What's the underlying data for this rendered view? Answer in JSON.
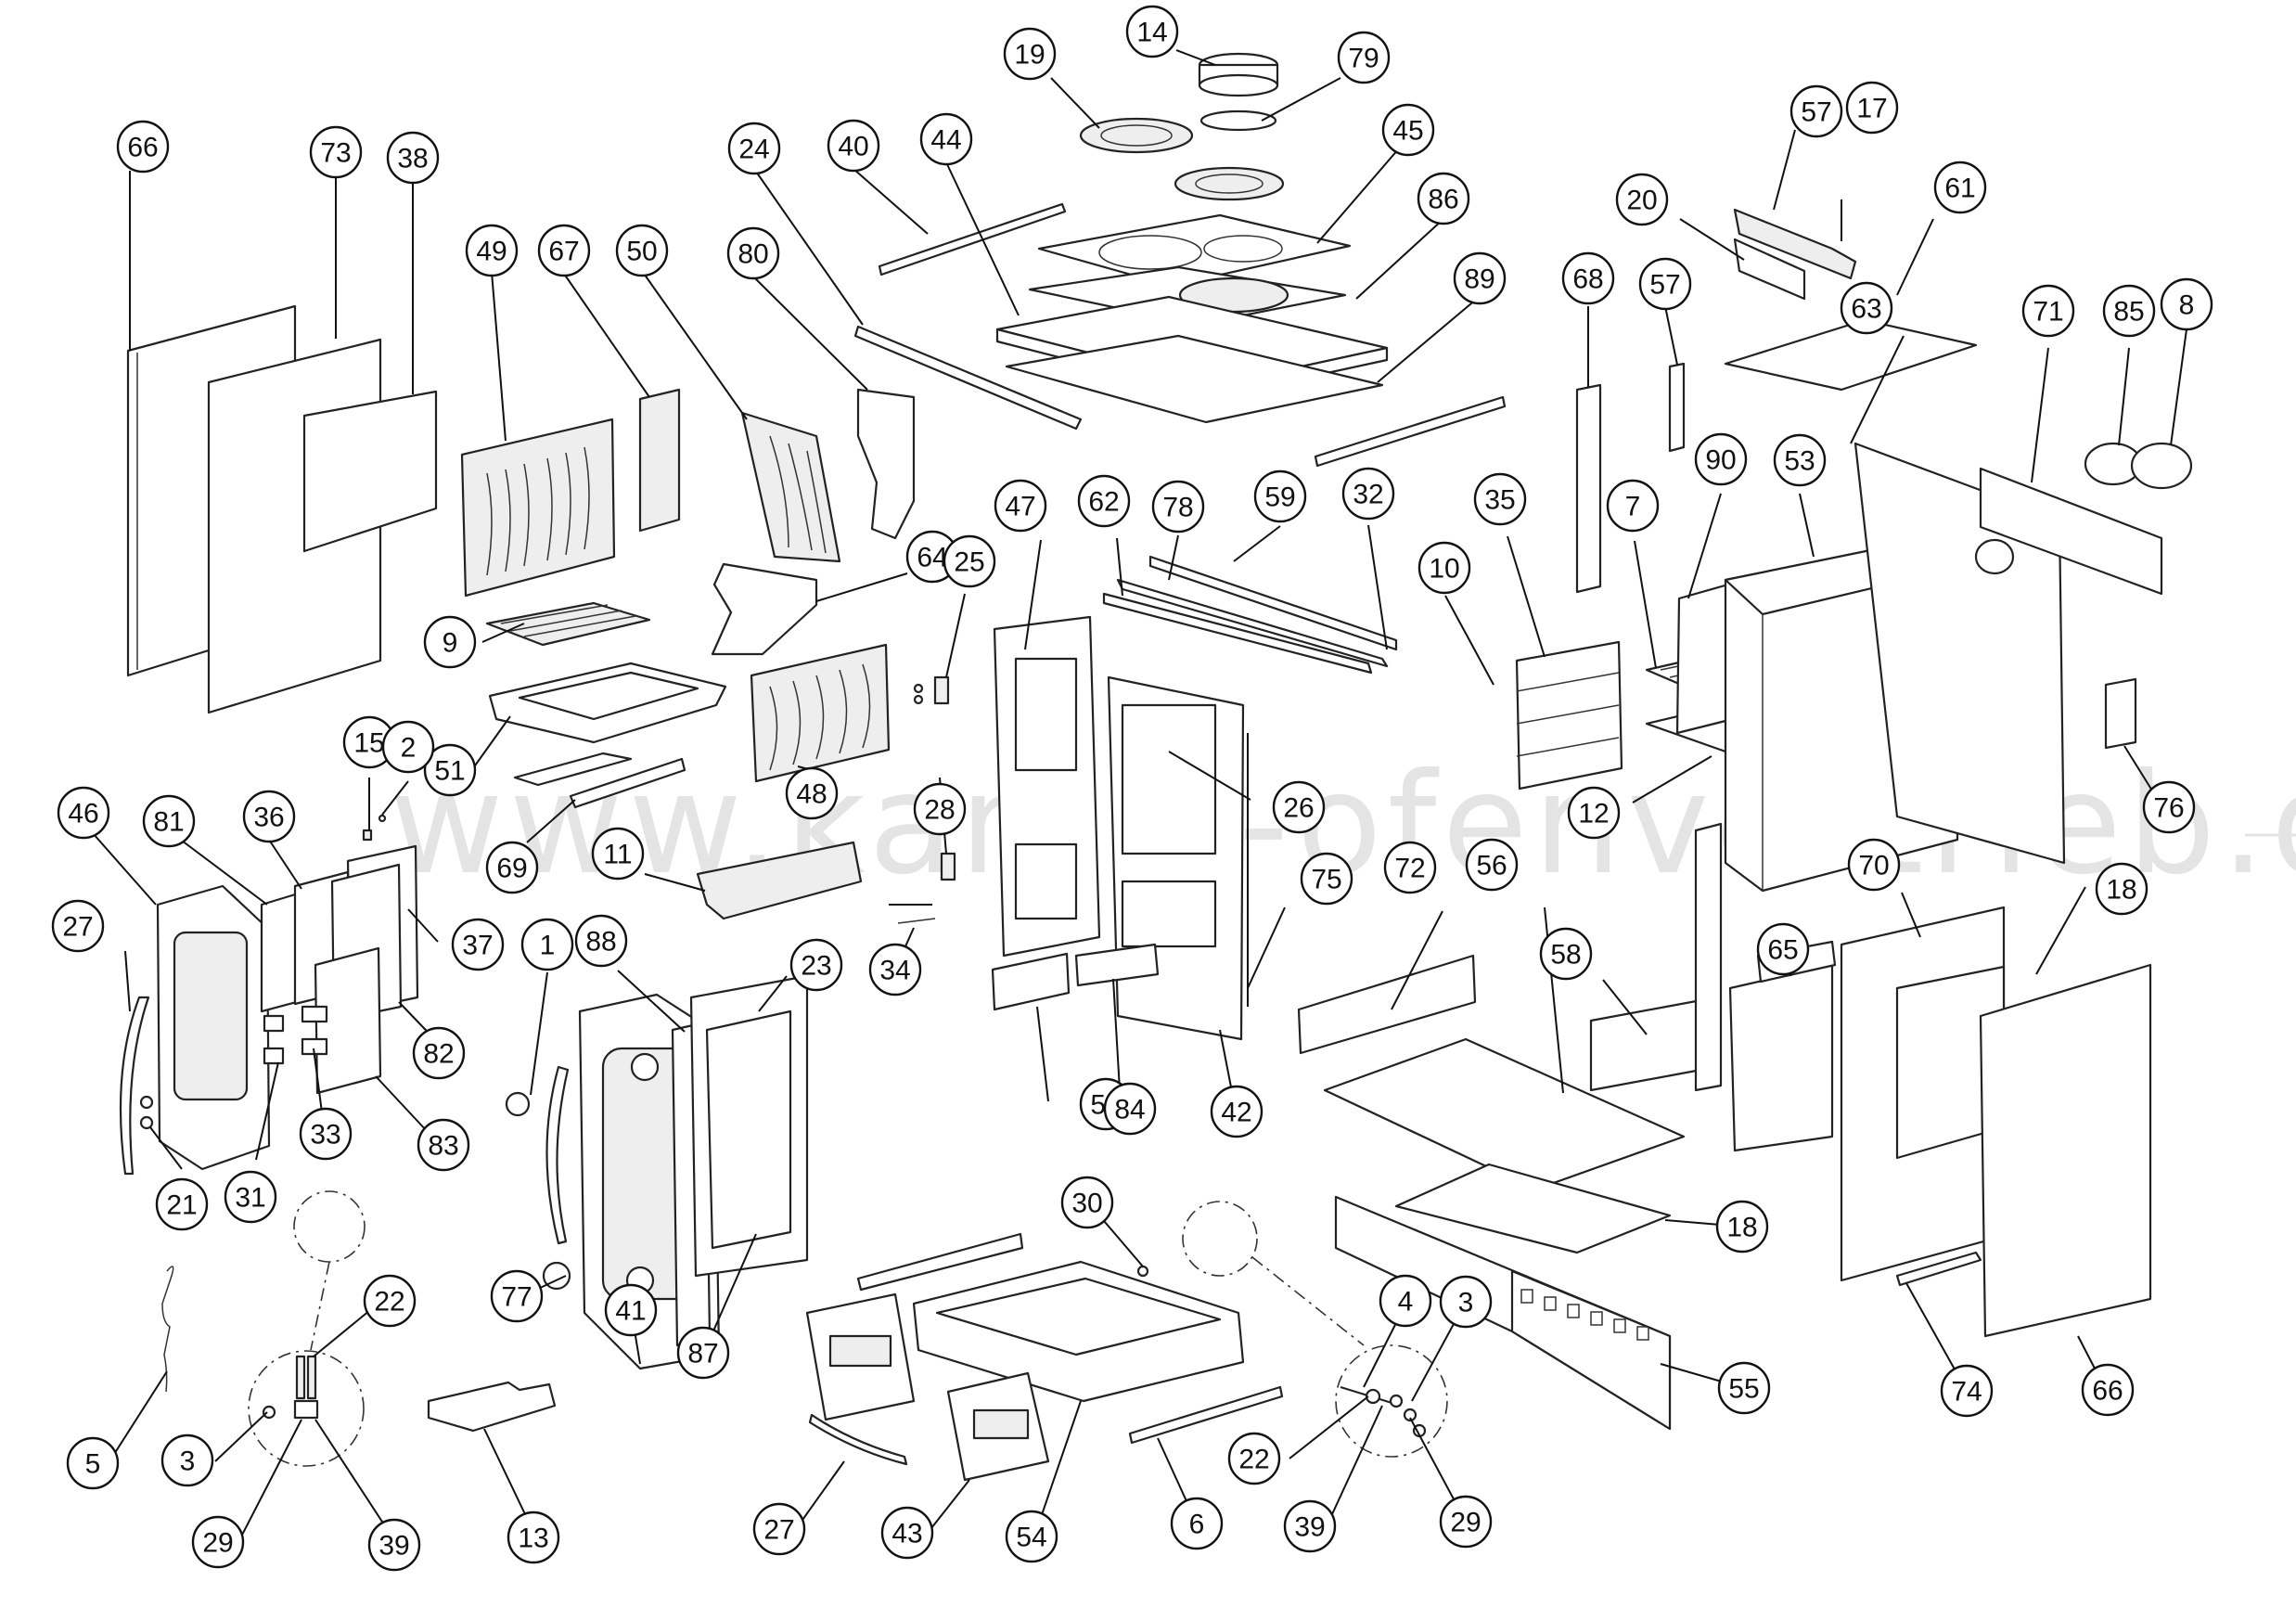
{
  "watermark": "www.kamin-ofenvertrieb.de",
  "callouts": [
    {
      "id": "c66a",
      "label": "66"
    },
    {
      "id": "c73",
      "label": "73"
    },
    {
      "id": "c38",
      "label": "38"
    },
    {
      "id": "c49",
      "label": "49"
    },
    {
      "id": "c67",
      "label": "67"
    },
    {
      "id": "c50",
      "label": "50"
    },
    {
      "id": "c80",
      "label": "80"
    },
    {
      "id": "c24",
      "label": "24"
    },
    {
      "id": "c40",
      "label": "40"
    },
    {
      "id": "c44",
      "label": "44"
    },
    {
      "id": "c19",
      "label": "19"
    },
    {
      "id": "c14",
      "label": "14"
    },
    {
      "id": "c79",
      "label": "79"
    },
    {
      "id": "c45",
      "label": "45"
    },
    {
      "id": "c86",
      "label": "86"
    },
    {
      "id": "c89",
      "label": "89"
    },
    {
      "id": "c68",
      "label": "68"
    },
    {
      "id": "c57a",
      "label": "57"
    },
    {
      "id": "c20",
      "label": "20"
    },
    {
      "id": "c57b",
      "label": "57"
    },
    {
      "id": "c17",
      "label": "17"
    },
    {
      "id": "c61",
      "label": "61"
    },
    {
      "id": "c63",
      "label": "63"
    },
    {
      "id": "c71",
      "label": "71"
    },
    {
      "id": "c85",
      "label": "85"
    },
    {
      "id": "c8",
      "label": "8"
    },
    {
      "id": "c9",
      "label": "9"
    },
    {
      "id": "c64",
      "label": "64"
    },
    {
      "id": "c25",
      "label": "25"
    },
    {
      "id": "c47",
      "label": "47"
    },
    {
      "id": "c62",
      "label": "62"
    },
    {
      "id": "c78",
      "label": "78"
    },
    {
      "id": "c59",
      "label": "59"
    },
    {
      "id": "c32",
      "label": "32"
    },
    {
      "id": "c35",
      "label": "35"
    },
    {
      "id": "c10",
      "label": "10"
    },
    {
      "id": "c7",
      "label": "7"
    },
    {
      "id": "c90",
      "label": "90"
    },
    {
      "id": "c53",
      "label": "53"
    },
    {
      "id": "c51",
      "label": "51"
    },
    {
      "id": "c15",
      "label": "15"
    },
    {
      "id": "c2",
      "label": "2"
    },
    {
      "id": "c69",
      "label": "69"
    },
    {
      "id": "c48",
      "label": "48"
    },
    {
      "id": "c28",
      "label": "28"
    },
    {
      "id": "c26",
      "label": "26"
    },
    {
      "id": "c12",
      "label": "12"
    },
    {
      "id": "c76",
      "label": "76"
    },
    {
      "id": "c46",
      "label": "46"
    },
    {
      "id": "c81",
      "label": "81"
    },
    {
      "id": "c36",
      "label": "36"
    },
    {
      "id": "c11",
      "label": "11"
    },
    {
      "id": "c75",
      "label": "75"
    },
    {
      "id": "c72",
      "label": "72"
    },
    {
      "id": "c56",
      "label": "56"
    },
    {
      "id": "c58",
      "label": "58"
    },
    {
      "id": "c65",
      "label": "65"
    },
    {
      "id": "c70",
      "label": "70"
    },
    {
      "id": "c18a",
      "label": "18"
    },
    {
      "id": "c27a",
      "label": "27"
    },
    {
      "id": "c37",
      "label": "37"
    },
    {
      "id": "c1",
      "label": "1"
    },
    {
      "id": "c88",
      "label": "88"
    },
    {
      "id": "c23",
      "label": "23"
    },
    {
      "id": "c34",
      "label": "34"
    },
    {
      "id": "c82",
      "label": "82"
    },
    {
      "id": "c52",
      "label": "52"
    },
    {
      "id": "c84",
      "label": "84"
    },
    {
      "id": "c42",
      "label": "42"
    },
    {
      "id": "c83",
      "label": "83"
    },
    {
      "id": "c21",
      "label": "21"
    },
    {
      "id": "c31",
      "label": "31"
    },
    {
      "id": "c33",
      "label": "33"
    },
    {
      "id": "c30",
      "label": "30"
    },
    {
      "id": "c18b",
      "label": "18"
    },
    {
      "id": "c22a",
      "label": "22"
    },
    {
      "id": "c77",
      "label": "77"
    },
    {
      "id": "c41",
      "label": "41"
    },
    {
      "id": "c87",
      "label": "87"
    },
    {
      "id": "c4",
      "label": "4"
    },
    {
      "id": "c3b",
      "label": "3"
    },
    {
      "id": "c55",
      "label": "55"
    },
    {
      "id": "c74",
      "label": "74"
    },
    {
      "id": "c66b",
      "label": "66"
    },
    {
      "id": "c5",
      "label": "5"
    },
    {
      "id": "c3a",
      "label": "3"
    },
    {
      "id": "c29a",
      "label": "29"
    },
    {
      "id": "c39a",
      "label": "39"
    },
    {
      "id": "c13",
      "label": "13"
    },
    {
      "id": "c27b",
      "label": "27"
    },
    {
      "id": "c43",
      "label": "43"
    },
    {
      "id": "c54",
      "label": "54"
    },
    {
      "id": "c6",
      "label": "6"
    },
    {
      "id": "c22b",
      "label": "22"
    },
    {
      "id": "c39b",
      "label": "39"
    },
    {
      "id": "c29b",
      "label": "29"
    }
  ]
}
